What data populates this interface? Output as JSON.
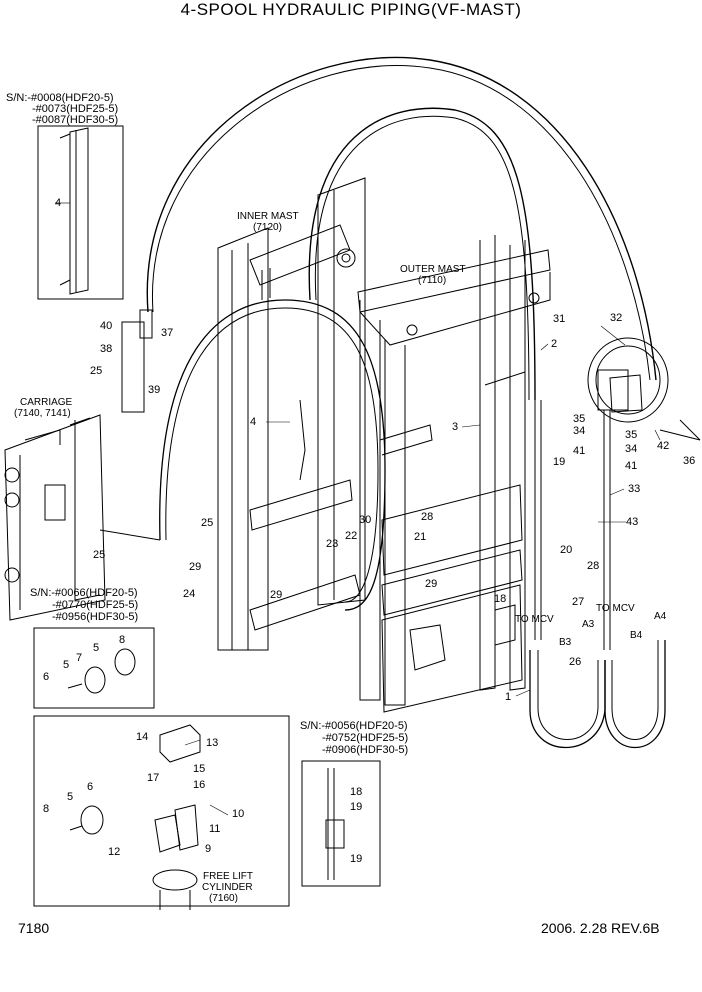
{
  "title": "4-SPOOL HYDRAULIC PIPING(VF-MAST)",
  "footer": {
    "page_no": "7180",
    "revision": "2006. 2.28  REV.6B"
  },
  "serial_notes": {
    "top": [
      "S/N:-#0008(HDF20-5)",
      "-#0073(HDF25-5)",
      "-#0087(HDF30-5)"
    ],
    "middle": [
      "S/N:-#0066(HDF20-5)",
      "-#0770(HDF25-5)",
      "-#0956(HDF30-5)"
    ],
    "bottom": [
      "S/N:-#0056(HDF20-5)",
      "-#0752(HDF25-5)",
      "-#0906(HDF30-5)"
    ]
  },
  "callouts": {
    "inner_mast": [
      "INNER MAST",
      "(7120)"
    ],
    "outer_mast": [
      "OUTER MAST",
      "(7110)"
    ],
    "carriage": [
      "CARRIAGE",
      "(7140, 7141)"
    ],
    "free_lift": [
      "FREE LIFT",
      "CYLINDER",
      "(7160)"
    ],
    "to_mcv": "TO MCV",
    "port_a3": "A3",
    "port_b3": "B3",
    "port_a4": "A4",
    "port_b4": "B4"
  },
  "part_numbers": {
    "p1": "1",
    "p2": "2",
    "p3": "3",
    "p4": "4",
    "p5": "5",
    "p6": "6",
    "p7": "7",
    "p8": "8",
    "p9": "9",
    "p10": "10",
    "p11": "11",
    "p12": "12",
    "p13": "13",
    "p14": "14",
    "p15": "15",
    "p16": "16",
    "p17": "17",
    "p18": "18",
    "p19": "19",
    "p20": "20",
    "p21": "21",
    "p22": "22",
    "p23": "23",
    "p24": "24",
    "p25": "25",
    "p26": "26",
    "p27": "27",
    "p28": "28",
    "p29": "29",
    "p30": "30",
    "p31": "31",
    "p32": "32",
    "p33": "33",
    "p34": "34",
    "p35": "35",
    "p36": "36",
    "p37": "37",
    "p38": "38",
    "p39": "39",
    "p40": "40",
    "p41": "41",
    "p42": "42",
    "p43": "43"
  }
}
